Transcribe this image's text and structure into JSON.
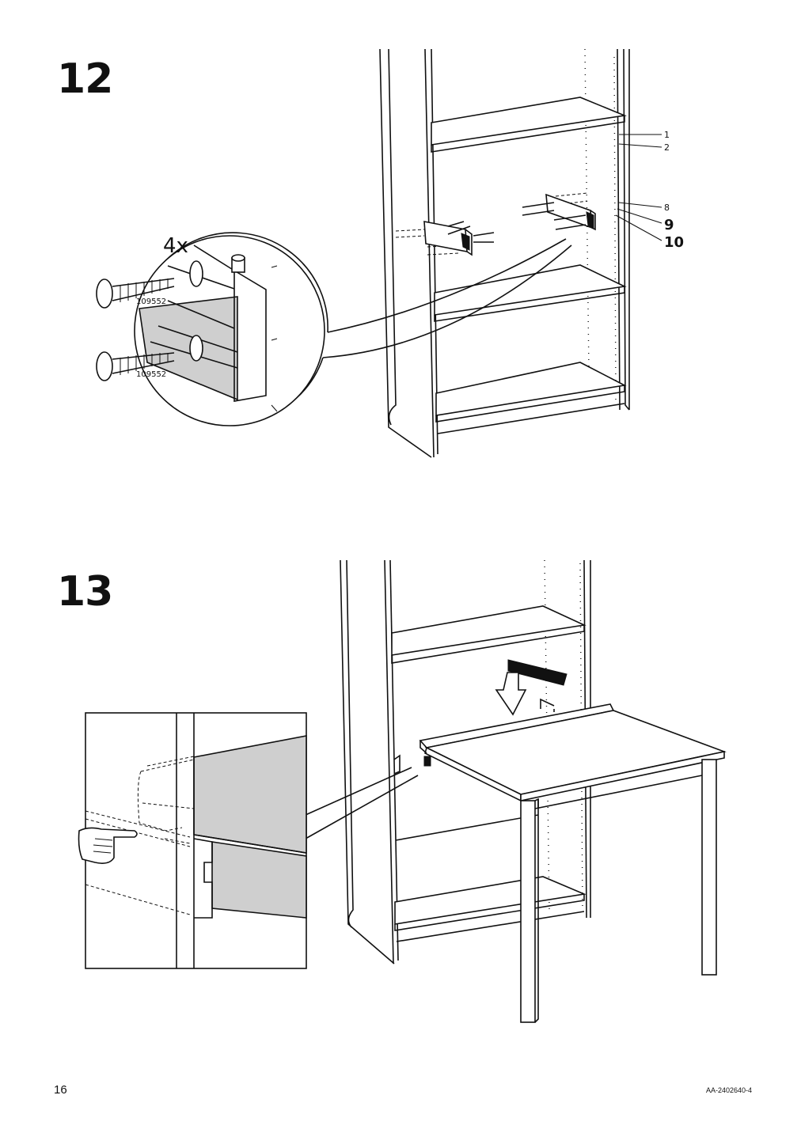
{
  "steps": {
    "step12": {
      "number": "12",
      "quantity": "4x",
      "screw_code": "109552",
      "hole_labels": [
        "1",
        "2",
        "8",
        "9",
        "10"
      ]
    },
    "step13": {
      "number": "13"
    }
  },
  "footer": {
    "page_number": "16",
    "document_code": "AA-2402640-4"
  }
}
